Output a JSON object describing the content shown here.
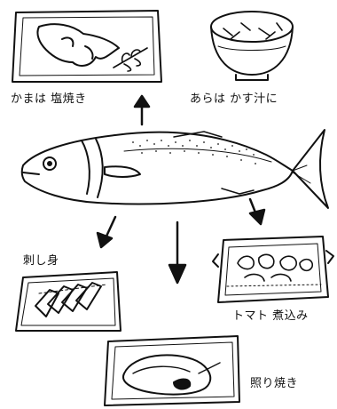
{
  "labels": {
    "kama_shioyaki": "かまは 塩焼き",
    "ara_kasujiru": "あらは かす汁に",
    "sashimi": "刺し身",
    "tomato_nikomi": "トマト 煮込み",
    "teriyaki": "照り焼き"
  }
}
